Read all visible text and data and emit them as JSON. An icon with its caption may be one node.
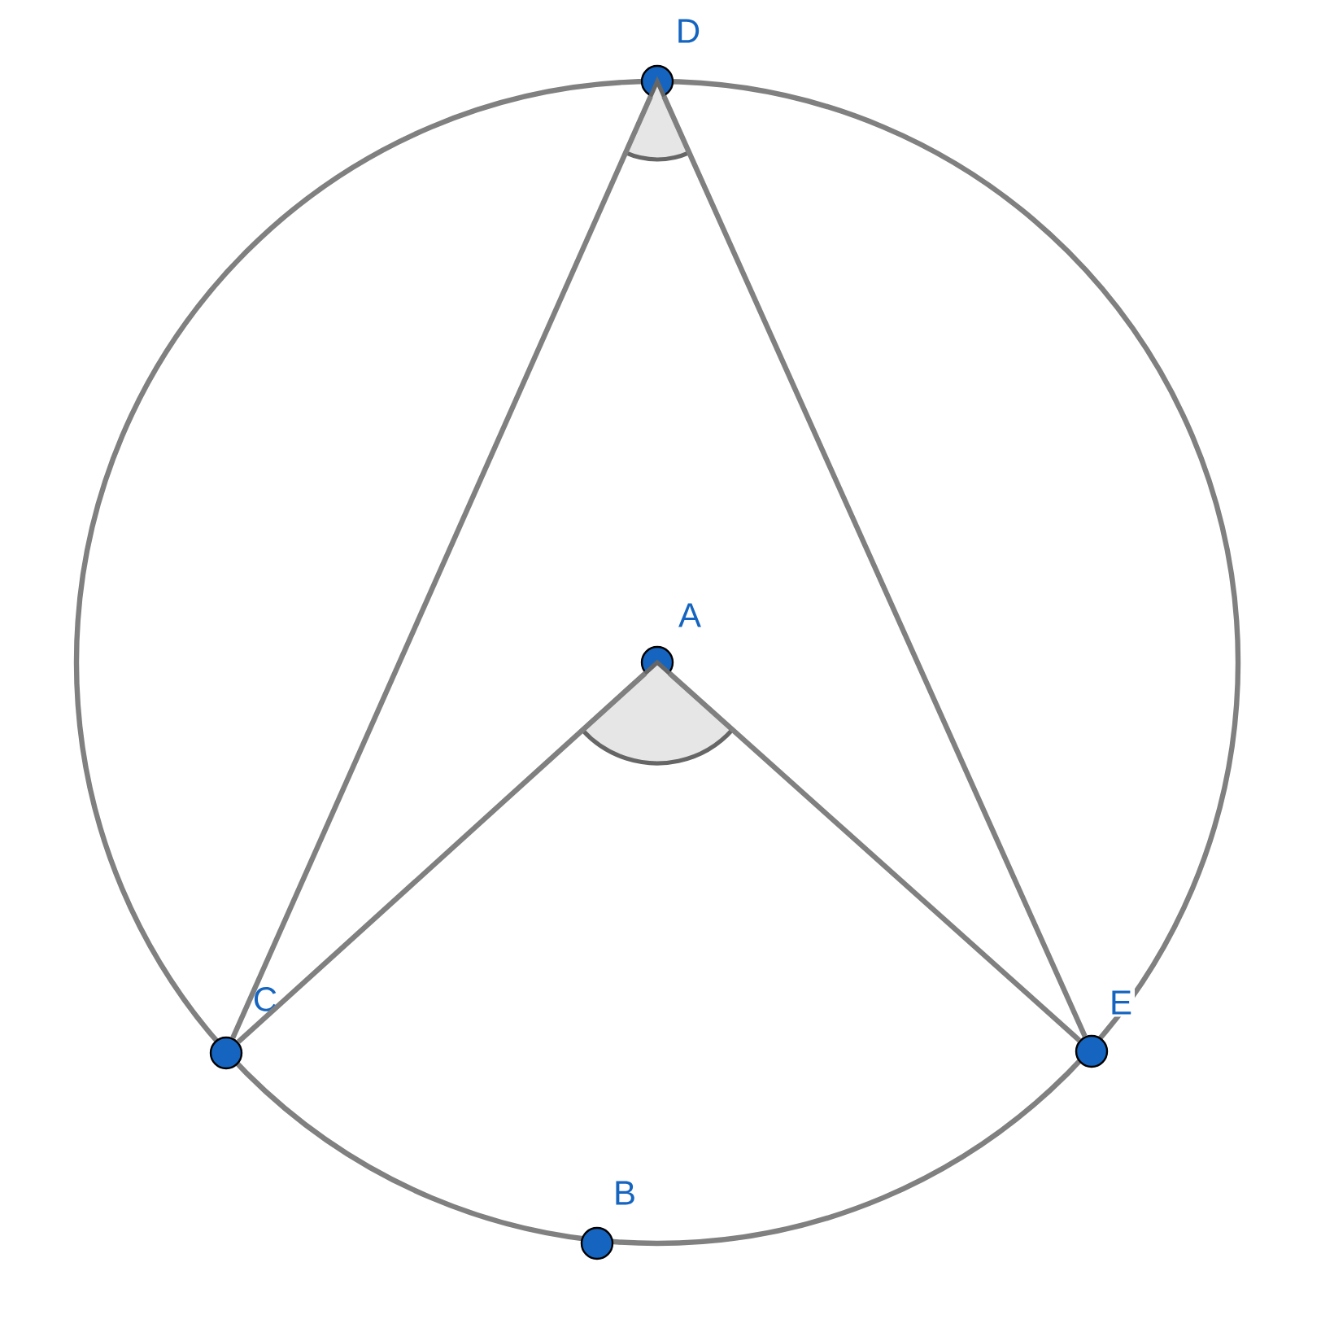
{
  "diagram": {
    "nodes": [
      {
        "text": [
          "A"
        ]
      },
      {
        "text": [
          "B"
        ]
      },
      {
        "text": [
          "C"
        ]
      },
      {
        "text": [
          "D"
        ]
      },
      {
        "text": [
          "E"
        ]
      },
      {
        "text": [],
        "shape": "sector"
      },
      {
        "text": [],
        "shape": "sector"
      }
    ],
    "edges": [
      {
        "from": 3,
        "to": 2,
        "arrow": "none"
      },
      {
        "from": 3,
        "to": 4,
        "arrow": "none"
      },
      {
        "from": 0,
        "to": 2,
        "arrow": "none"
      },
      {
        "from": 0,
        "to": 4,
        "arrow": "none"
      }
    ]
  }
}
